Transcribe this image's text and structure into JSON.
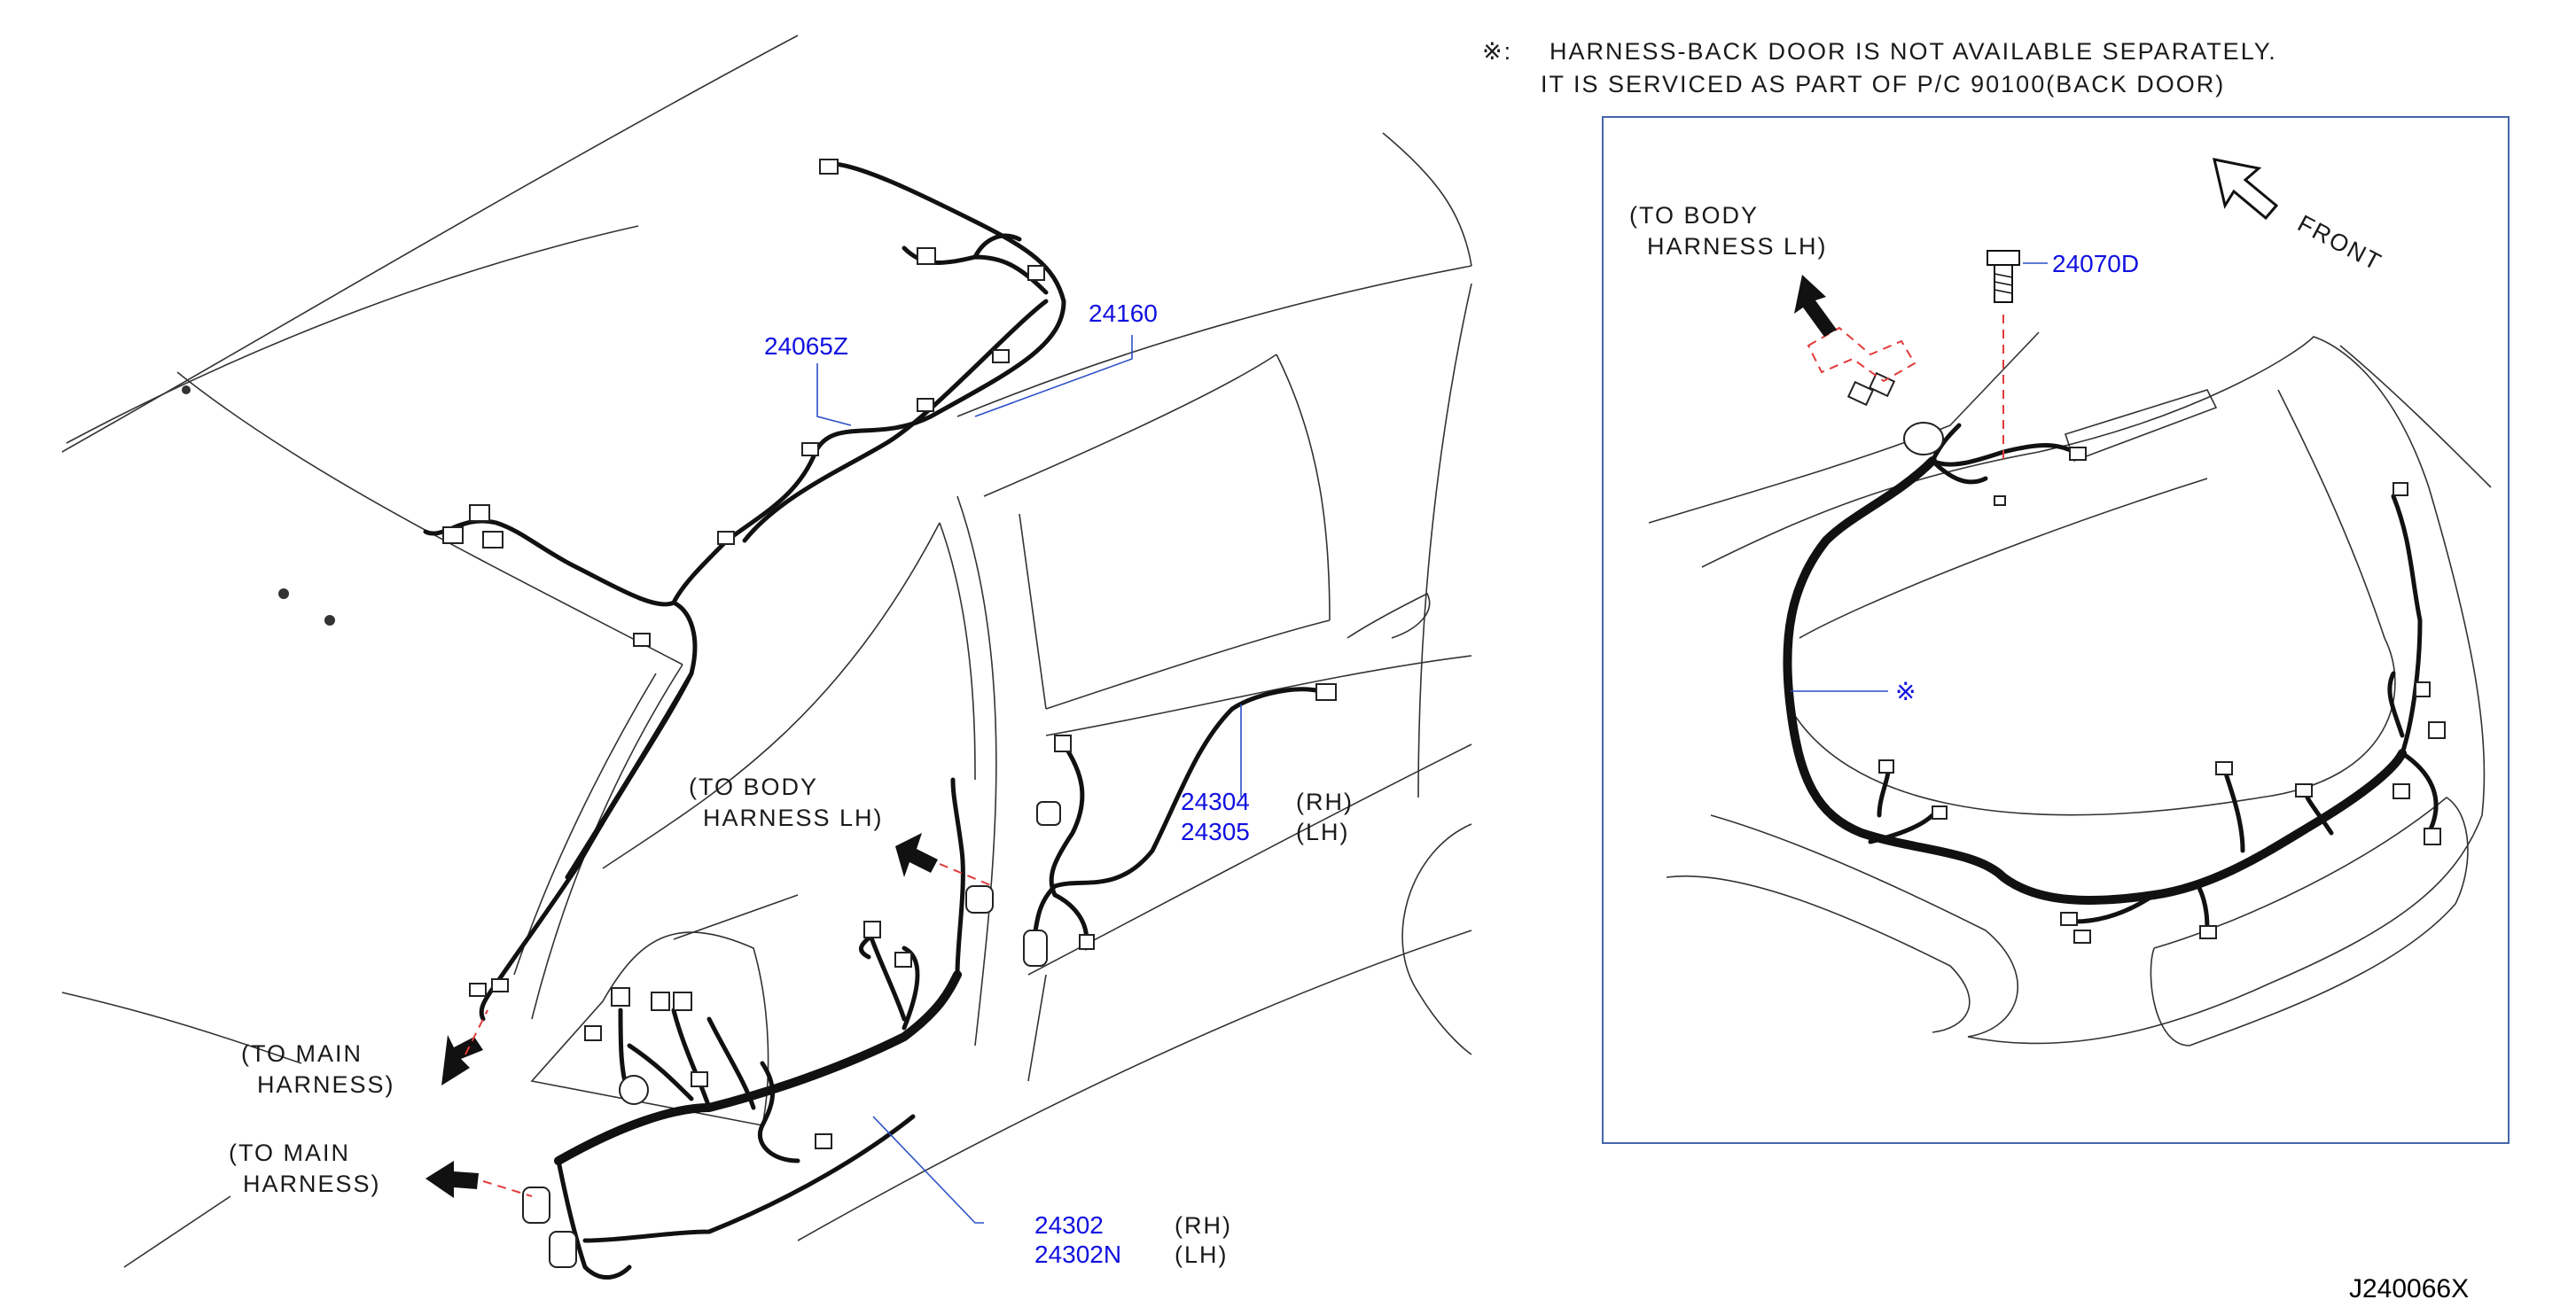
{
  "note": {
    "symbol": "※:",
    "line1": "HARNESS-BACK  DOOR  IS  NOT  AVAILABLE  SEPARATELY.",
    "line2": "IT  IS  SERVICED  AS  PART  OF  P/C  90100(BACK  DOOR)"
  },
  "labels": {
    "to_body_lh_1_a": "(TO  BODY",
    "to_body_lh_1_b": "HARNESS  LH)",
    "to_body_lh_2_a": "(TO  BODY",
    "to_body_lh_2_b": "HARNESS  LH)",
    "to_main_1_a": "(TO  MAIN",
    "to_main_1_b": "HARNESS)",
    "to_main_2_a": "(TO  MAIN",
    "to_main_2_b": "HARNESS)",
    "front": "FRONT"
  },
  "parts": {
    "p24065Z": "24065Z",
    "p24160": "24160",
    "p24304": "24304",
    "p24304_side": "(RH)",
    "p24305": "24305",
    "p24305_side": "(LH)",
    "p24302": "24302",
    "p24302_side": "(RH)",
    "p24302N": "24302N",
    "p24302N_side": "(LH)",
    "p24070D": "24070D",
    "backdoor_symbol": "※"
  },
  "diagram_id": "J240066X",
  "colors": {
    "part_number": "#1010e0",
    "leader": "#2a4fc7",
    "dashed_guide": "#e23a3a",
    "harness": "#111111",
    "inset_border": "#4466aa"
  }
}
